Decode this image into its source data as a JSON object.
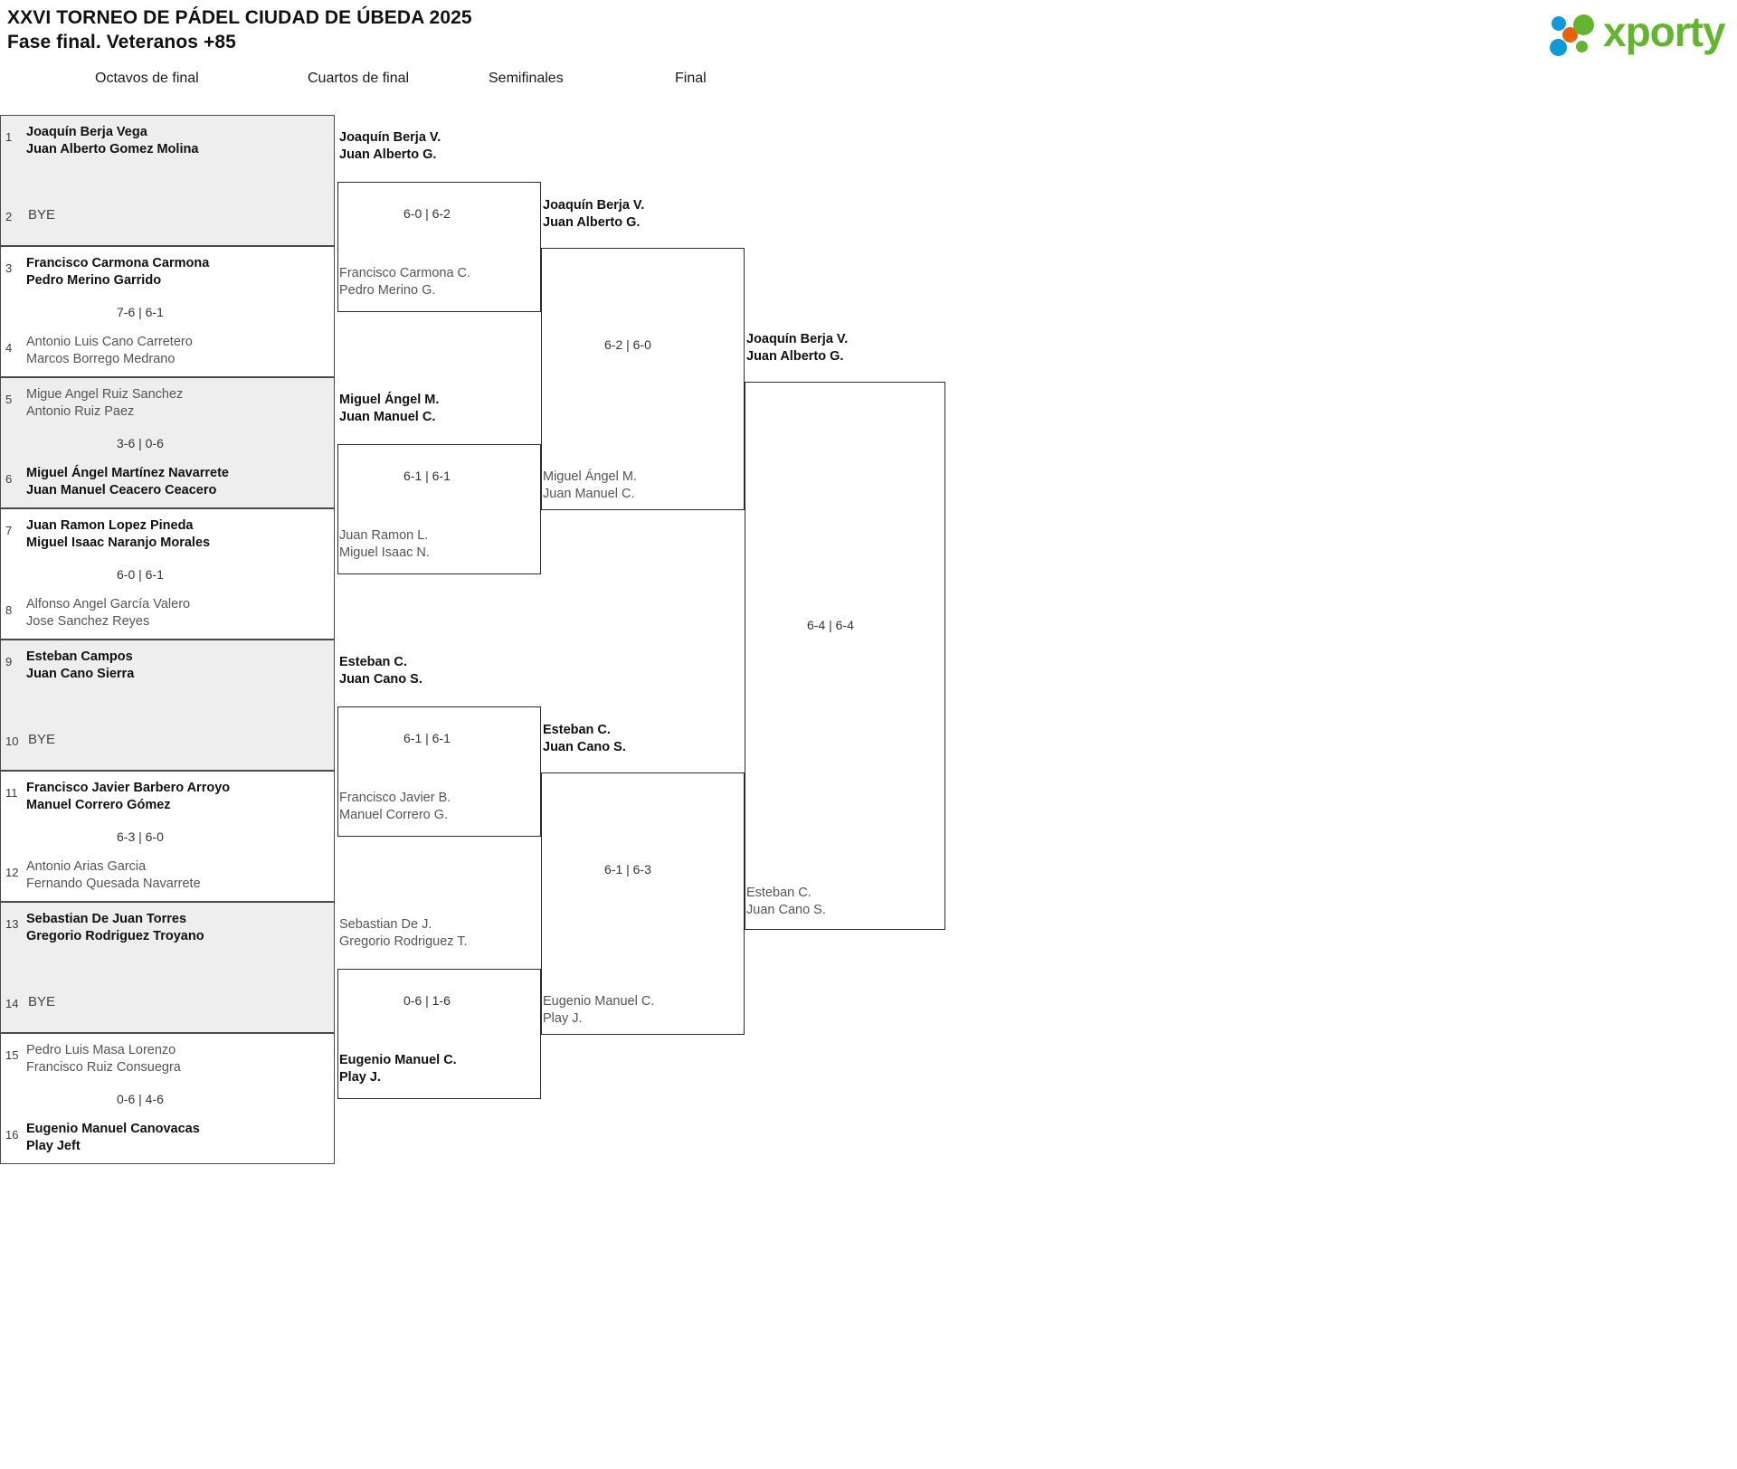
{
  "header": {
    "tournament_title": "XXVI TORNEO DE PÁDEL CIUDAD DE ÚBEDA 2025",
    "phase_title": "Fase final. Veteranos +85",
    "logo_word": "xporty",
    "logo_colors": {
      "green": "#63b42e",
      "blue": "#0f9ada",
      "orange": "#e8620c"
    }
  },
  "rounds": [
    {
      "id": "r16",
      "label": "Octavos de final"
    },
    {
      "id": "qf",
      "label": "Cuartos de final"
    },
    {
      "id": "sf",
      "label": "Semifinales"
    },
    {
      "id": "f",
      "label": "Final"
    }
  ],
  "round1": {
    "pairs": [
      {
        "shaded": true,
        "top": {
          "seed": "1",
          "line1": "Joaquín Berja Vega",
          "line2": "Juan Alberto Gomez Molina",
          "result": "win"
        },
        "bottom": {
          "seed": "2",
          "bye": "BYE"
        },
        "score": ""
      },
      {
        "shaded": false,
        "top": {
          "seed": "3",
          "line1": "Francisco Carmona Carmona",
          "line2": "Pedro Merino Garrido",
          "result": "win"
        },
        "bottom": {
          "seed": "4",
          "line1": "Antonio Luis Cano Carretero",
          "line2": "Marcos Borrego Medrano",
          "result": "lose"
        },
        "score": "7-6 | 6-1"
      },
      {
        "shaded": true,
        "top": {
          "seed": "5",
          "line1": "Migue Angel Ruiz Sanchez",
          "line2": "Antonio Ruiz Paez",
          "result": "lose"
        },
        "bottom": {
          "seed": "6",
          "line1": "Miguel Ángel Martínez Navarrete",
          "line2": "Juan Manuel Ceacero Ceacero",
          "result": "win"
        },
        "score": "3-6 | 0-6"
      },
      {
        "shaded": false,
        "top": {
          "seed": "7",
          "line1": "Juan Ramon Lopez Pineda",
          "line2": "Miguel Isaac Naranjo Morales",
          "result": "win"
        },
        "bottom": {
          "seed": "8",
          "line1": "Alfonso Angel García Valero",
          "line2": "Jose Sanchez Reyes",
          "result": "lose"
        },
        "score": "6-0 | 6-1"
      },
      {
        "shaded": true,
        "top": {
          "seed": "9",
          "line1": "Esteban Campos",
          "line2": "Juan Cano Sierra",
          "result": "win"
        },
        "bottom": {
          "seed": "10",
          "bye": "BYE"
        },
        "score": ""
      },
      {
        "shaded": false,
        "top": {
          "seed": "11",
          "line1": "Francisco Javier Barbero Arroyo",
          "line2": "Manuel Correro Gómez",
          "result": "win"
        },
        "bottom": {
          "seed": "12",
          "line1": "Antonio Arias Garcia",
          "line2": "Fernando Quesada Navarrete",
          "result": "lose"
        },
        "score": "6-3 | 6-0"
      },
      {
        "shaded": true,
        "top": {
          "seed": "13",
          "line1": "Sebastian De Juan Torres",
          "line2": "Gregorio Rodriguez Troyano",
          "result": "win"
        },
        "bottom": {
          "seed": "14",
          "bye": "BYE"
        },
        "score": ""
      },
      {
        "shaded": false,
        "top": {
          "seed": "15",
          "line1": "Pedro Luis Masa Lorenzo",
          "line2": "Francisco Ruiz Consuegra",
          "result": "lose"
        },
        "bottom": {
          "seed": "16",
          "line1": "Eugenio Manuel Canovacas",
          "line2": "Play Jeft",
          "result": "win"
        },
        "score": "0-6 | 4-6"
      }
    ]
  },
  "round2": {
    "matches": [
      {
        "top": {
          "line1": "Joaquín Berja V.",
          "line2": "Juan Alberto G.",
          "result": "win"
        },
        "bottom": {
          "line1": "Francisco Carmona C.",
          "line2": "Pedro Merino G.",
          "result": "lose"
        },
        "score": "6-0 | 6-2"
      },
      {
        "top": {
          "line1": "Miguel Ángel M.",
          "line2": "Juan Manuel C.",
          "result": "win"
        },
        "bottom": {
          "line1": "Juan Ramon L.",
          "line2": "Miguel Isaac N.",
          "result": "lose"
        },
        "score": "6-1 | 6-1"
      },
      {
        "top": {
          "line1": "Esteban C.",
          "line2": "Juan Cano S.",
          "result": "win"
        },
        "bottom": {
          "line1": "Francisco Javier B.",
          "line2": "Manuel Correro G.",
          "result": "lose"
        },
        "score": "6-1 | 6-1"
      },
      {
        "top": {
          "line1": "Sebastian De J.",
          "line2": "Gregorio Rodriguez T.",
          "result": "lose"
        },
        "bottom": {
          "line1": "Eugenio Manuel C.",
          "line2": "Play J.",
          "result": "win"
        },
        "score": "0-6 | 1-6"
      }
    ]
  },
  "round3": {
    "matches": [
      {
        "top": {
          "line1": "Joaquín Berja V.",
          "line2": "Juan Alberto G.",
          "result": "win"
        },
        "bottom": {
          "line1": "Miguel Ángel M.",
          "line2": "Juan Manuel C.",
          "result": "lose"
        },
        "score": "6-2 | 6-0"
      },
      {
        "top": {
          "line1": "Esteban C.",
          "line2": "Juan Cano S.",
          "result": "win"
        },
        "bottom": {
          "line1": "Eugenio Manuel C.",
          "line2": "Play J.",
          "result": "lose"
        },
        "score": "6-1 | 6-3"
      }
    ]
  },
  "round4": {
    "matches": [
      {
        "top": {
          "line1": "Joaquín Berja V.",
          "line2": "Juan Alberto G.",
          "result": "win"
        },
        "bottom": {
          "line1": "Esteban C.",
          "line2": "Juan Cano S.",
          "result": "lose"
        },
        "score": "6-4 | 6-4"
      }
    ]
  }
}
